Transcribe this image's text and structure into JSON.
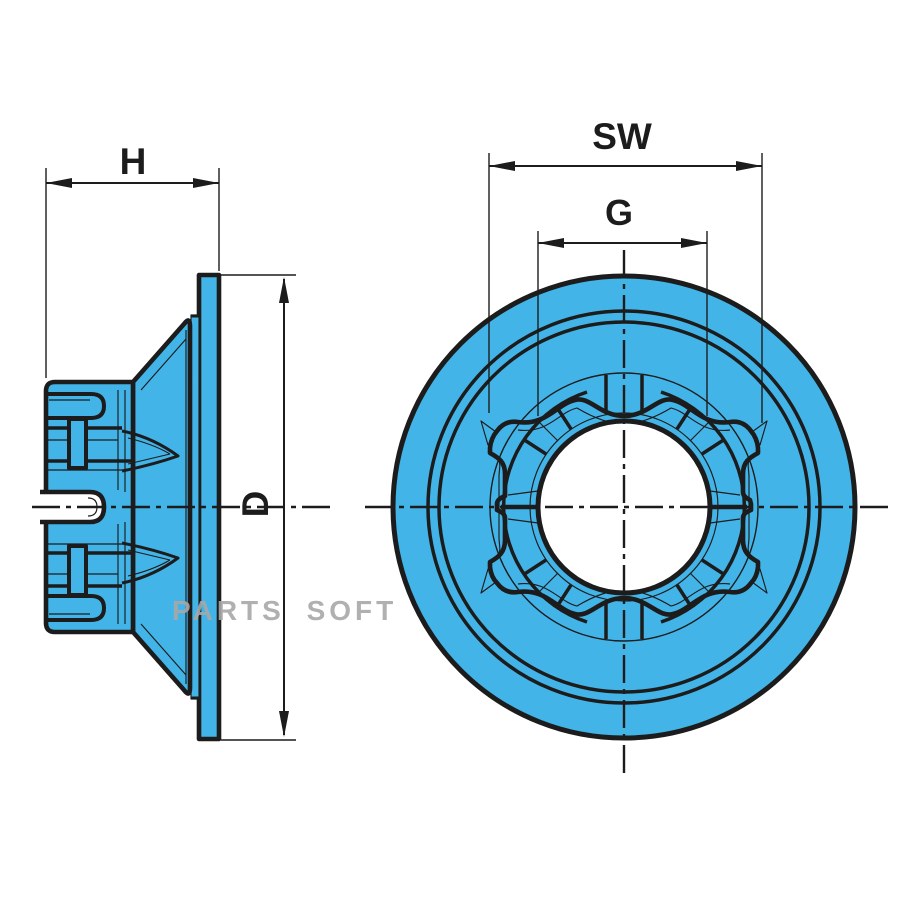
{
  "drawing": {
    "watermark": "PARTS SOFT",
    "side_view": {
      "width_label": "H",
      "diameter_label": "D"
    },
    "front_view": {
      "across_flats_label": "SW",
      "bore_label": "G"
    }
  },
  "colors": {
    "part_blue": "#43b4e8",
    "line_dark": "#1c1c1c",
    "watermark_gray": "#a8a8a8",
    "background": "#ffffff"
  }
}
